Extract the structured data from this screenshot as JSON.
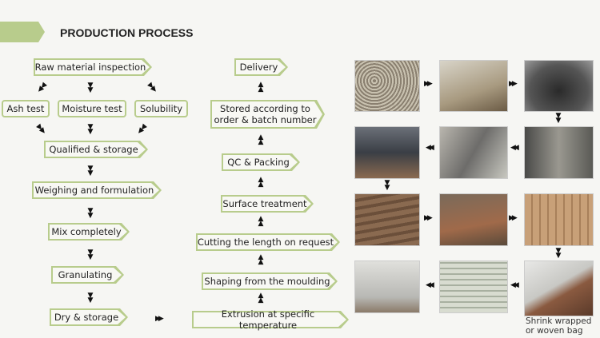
{
  "header": {
    "title": "PRODUCTION PROCESS"
  },
  "left_flow": [
    "Raw material inspection",
    "Ash test",
    "Moisture test",
    "Solubility",
    "Qualified & storage",
    "Weighing and formulation",
    "Mix completely",
    "Granulating",
    "Dry & storage"
  ],
  "middle_flow": [
    "Delivery",
    "Stored according to order & batch number",
    "QC & Packing",
    "Surface treatment",
    "Cutting the length on request",
    "Shaping from the moulding",
    "Extrusion at specific temperature"
  ],
  "photos": {
    "caption": "Shrink wrapped or woven bag"
  }
}
